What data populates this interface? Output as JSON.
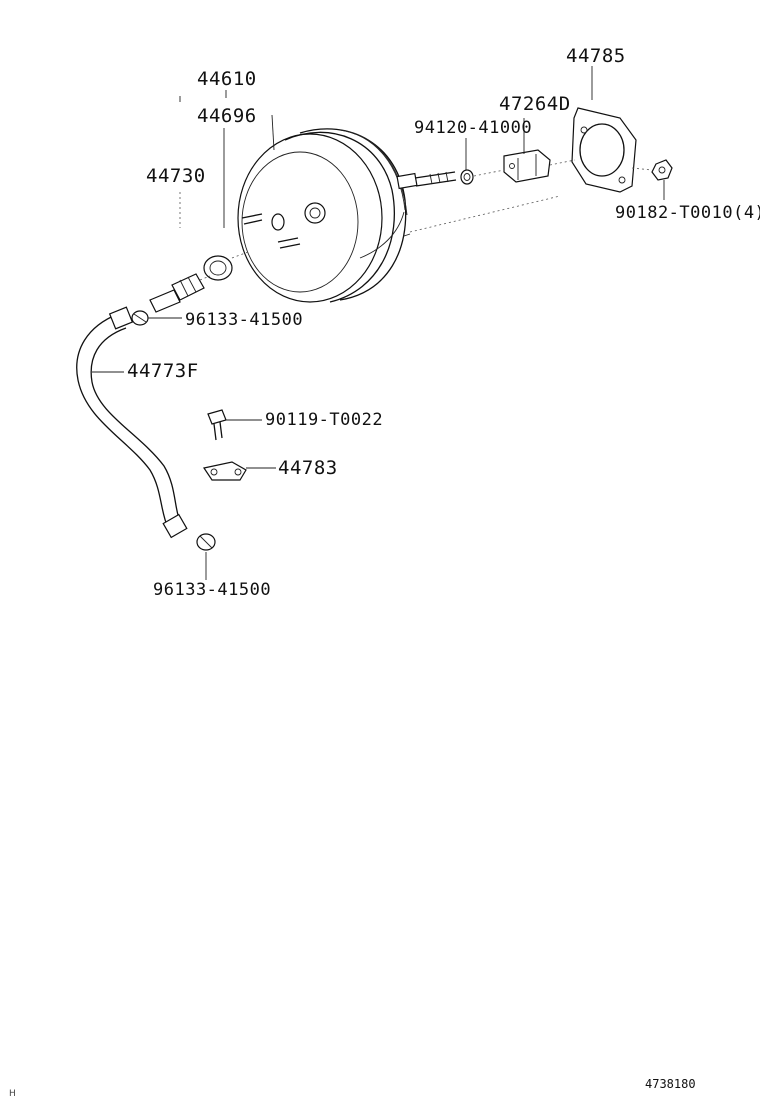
{
  "labels": {
    "p44610": "44610",
    "p44696": "44696",
    "p44730": "44730",
    "p44785": "44785",
    "p47264D": "47264D",
    "p94120": "94120-41000",
    "p90182": "90182-T0010(4)",
    "p96133_top": "96133-41500",
    "p44773F": "44773F",
    "p90119": "90119-T0022",
    "p44783": "44783",
    "p96133_bottom": "96133-41500"
  },
  "footer": {
    "diagram_id": "4738180",
    "corner_mark": "H"
  }
}
